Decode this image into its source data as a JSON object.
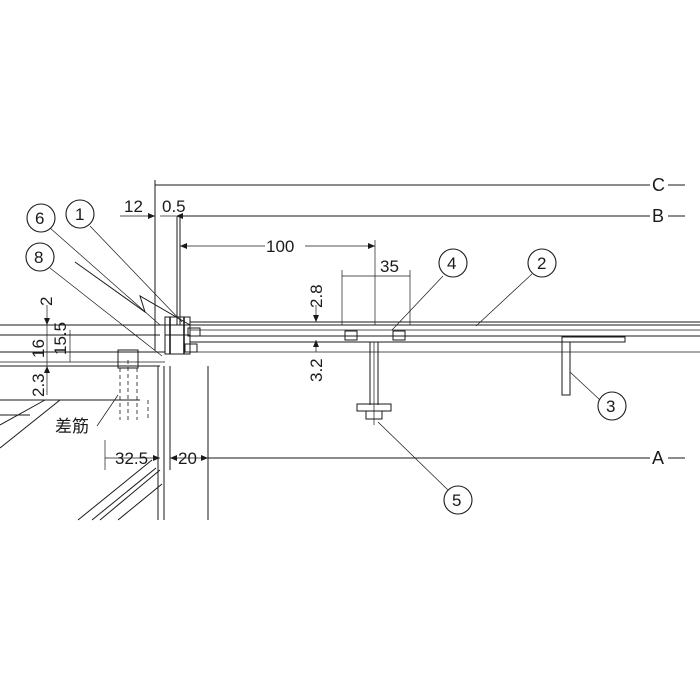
{
  "dimensions": {
    "d12": "12",
    "d05": "0.5",
    "d100": "100",
    "d35": "35",
    "d28": "2.8",
    "d32": "3.2",
    "d2": "2",
    "d16": "16",
    "d155": "15.5",
    "d23": "2.3",
    "d325": "32.5",
    "d20": "20"
  },
  "levels": {
    "A": "A",
    "B": "B",
    "C": "C"
  },
  "callouts": {
    "c1": "1",
    "c2": "2",
    "c3": "3",
    "c4": "4",
    "c5": "5",
    "c6": "6",
    "c8": "8"
  },
  "labels": {
    "rebar": "差筋"
  }
}
